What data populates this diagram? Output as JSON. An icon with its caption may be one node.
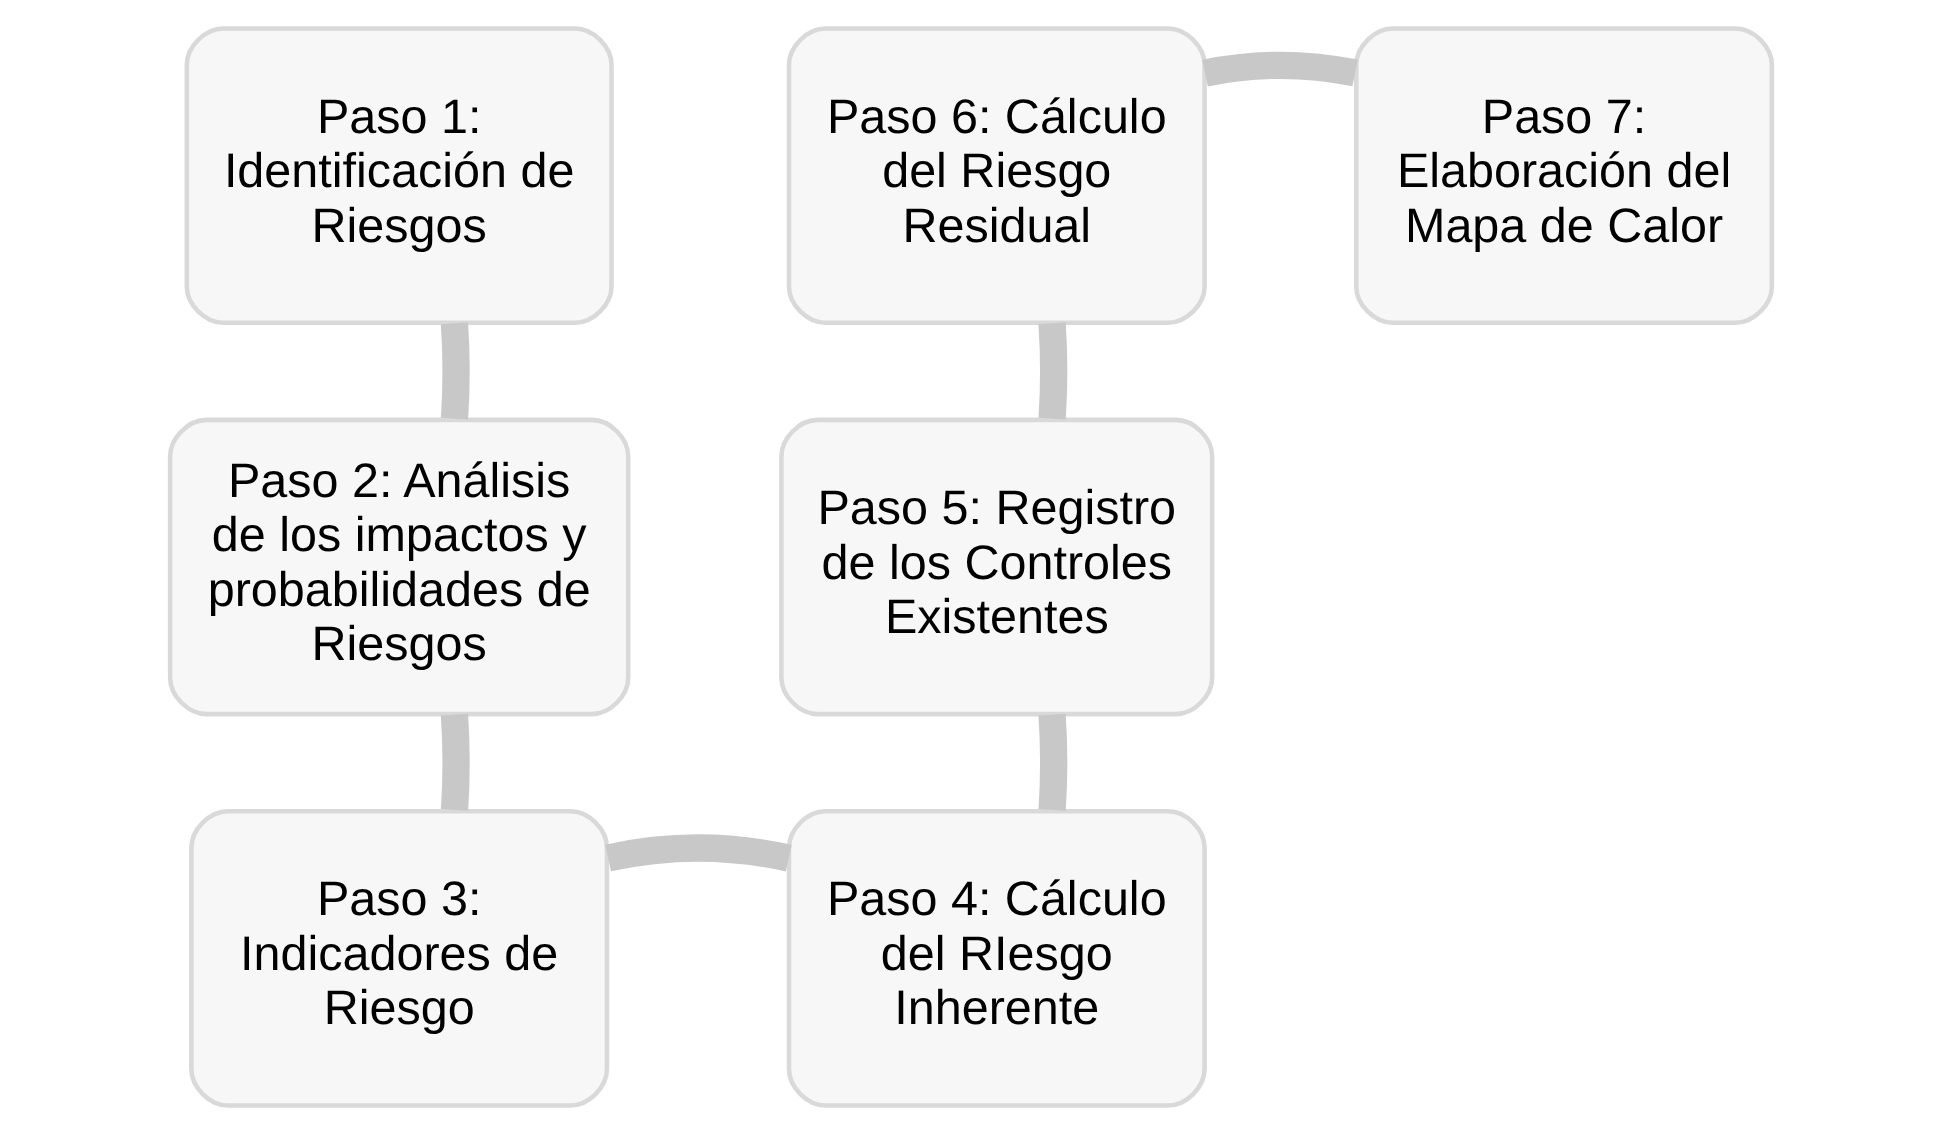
{
  "diagram": {
    "nodes": [
      {
        "text": [
          "Paso 1: Identificación de Riesgos"
        ]
      },
      {
        "text": [
          "Paso 2: Análisis de los impactos y probabilidades de Riesgos"
        ]
      },
      {
        "text": [
          "Paso 3: Indicadores de Riesgo"
        ]
      },
      {
        "text": [
          "Paso 4: Cálculo del RIesgo Inherente"
        ]
      },
      {
        "text": [
          "Paso 5: Registro de los Controles Existentes"
        ]
      },
      {
        "text": [
          "Paso 6: Cálculo del Riesgo Residual"
        ]
      },
      {
        "text": [
          "Paso 7: Elaboración del Mapa de Calor"
        ]
      }
    ],
    "edges": [
      {
        "from": 0,
        "to": 1,
        "arrow": "none"
      },
      {
        "from": 1,
        "to": 2,
        "arrow": "none"
      },
      {
        "from": 2,
        "to": 3,
        "arrow": "none"
      },
      {
        "from": 3,
        "to": 4,
        "arrow": "none"
      },
      {
        "from": 4,
        "to": 5,
        "arrow": "none"
      },
      {
        "from": 5,
        "to": 6,
        "arrow": "none"
      }
    ]
  }
}
